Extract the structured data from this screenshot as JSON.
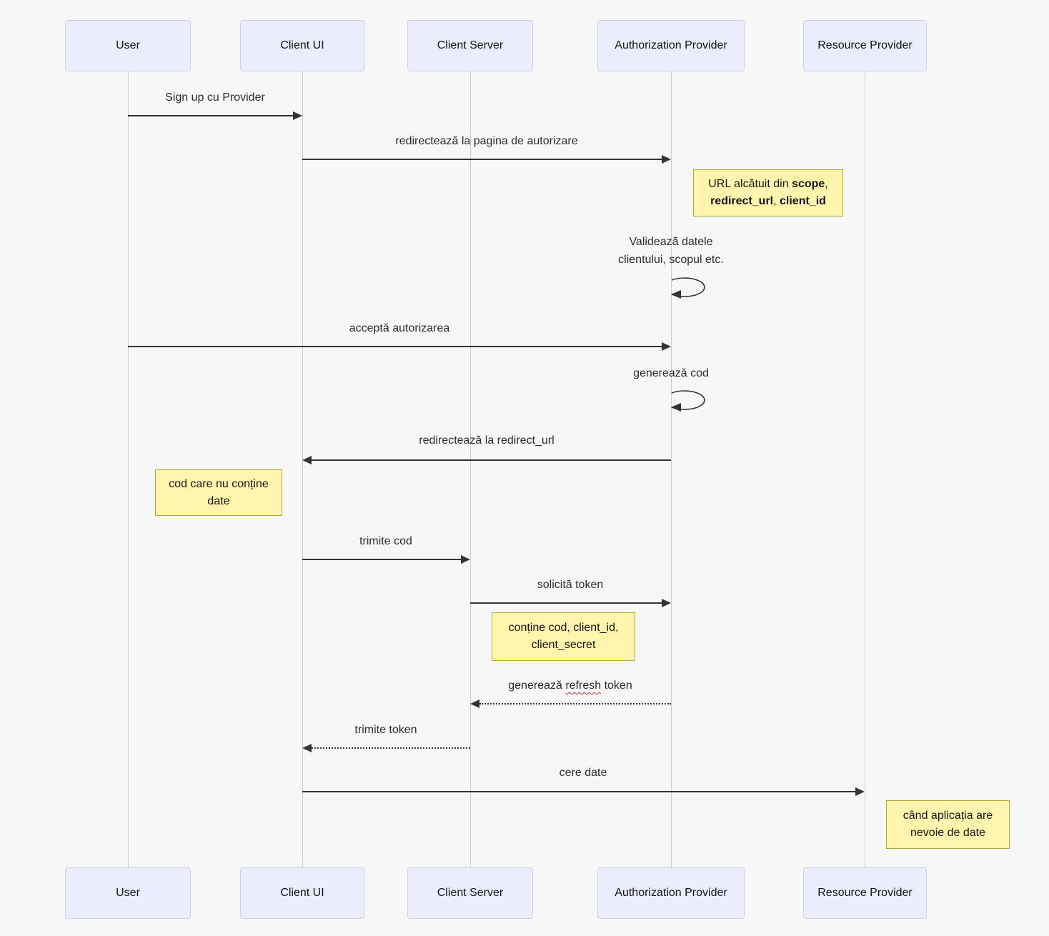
{
  "diagram": {
    "type": "sequence",
    "actors": [
      {
        "label": "User"
      },
      {
        "label": "Client UI"
      },
      {
        "label": "Client Server"
      },
      {
        "label": "Authorization Provider"
      },
      {
        "label": "Resource Provider"
      }
    ],
    "messages": [
      {
        "from": "User",
        "to": "Client UI",
        "label": "Sign up cu Provider",
        "line": "solid"
      },
      {
        "from": "Client UI",
        "to": "Authorization Provider",
        "label": "redirectează la pagina de autorizare",
        "line": "solid"
      },
      {
        "from": "User",
        "to": "Authorization Provider",
        "label": "acceptă autorizarea",
        "line": "solid"
      },
      {
        "from": "Authorization Provider",
        "to": "Client UI",
        "label": "redirectează la redirect_url",
        "line": "solid"
      },
      {
        "from": "Client UI",
        "to": "Client Server",
        "label": "trimite cod",
        "line": "solid"
      },
      {
        "from": "Client Server",
        "to": "Authorization Provider",
        "label": "solicită token",
        "line": "solid"
      },
      {
        "from": "Authorization Provider",
        "to": "Client Server",
        "label_prefix": "generează ",
        "label_highlight": "refresh",
        "label_suffix": " token",
        "line": "dotted"
      },
      {
        "from": "Client Server",
        "to": "Client UI",
        "label": "trimite token",
        "line": "dotted"
      },
      {
        "from": "Client UI",
        "to": "Resource Provider",
        "label": "cere date",
        "line": "solid"
      }
    ],
    "self_messages": [
      {
        "actor": "Authorization Provider",
        "line1": "Validează datele",
        "line2": "clientului, scopul etc."
      },
      {
        "actor": "Authorization Provider",
        "line1": "generează cod"
      }
    ],
    "notes": [
      {
        "position": "right of Authorization Provider",
        "line1_text": "URL alcătuit din ",
        "line1_bold": "scope",
        "line1_end": ",",
        "line2_bold1": "redirect_url",
        "line2_sep": ",  ",
        "line2_bold2": "client_id"
      },
      {
        "position": "left of Client UI",
        "text": "cod care nu conține date"
      },
      {
        "position": "right of Client Server",
        "text": "conține cod, client_id, client_secret"
      },
      {
        "position": "right of Resource Provider",
        "text": "când aplicația are nevoie de date"
      }
    ],
    "colors": {
      "actor_fill": "#ECECFF",
      "actor_border": "#CFCFE8",
      "note_fill": "#FFF5AD",
      "note_border": "#AAAA33",
      "arrow": "#333333",
      "lifeline": "#C9C9E3",
      "background": "#F7F7F7",
      "spellcheck_underline": "#CC3333"
    }
  }
}
